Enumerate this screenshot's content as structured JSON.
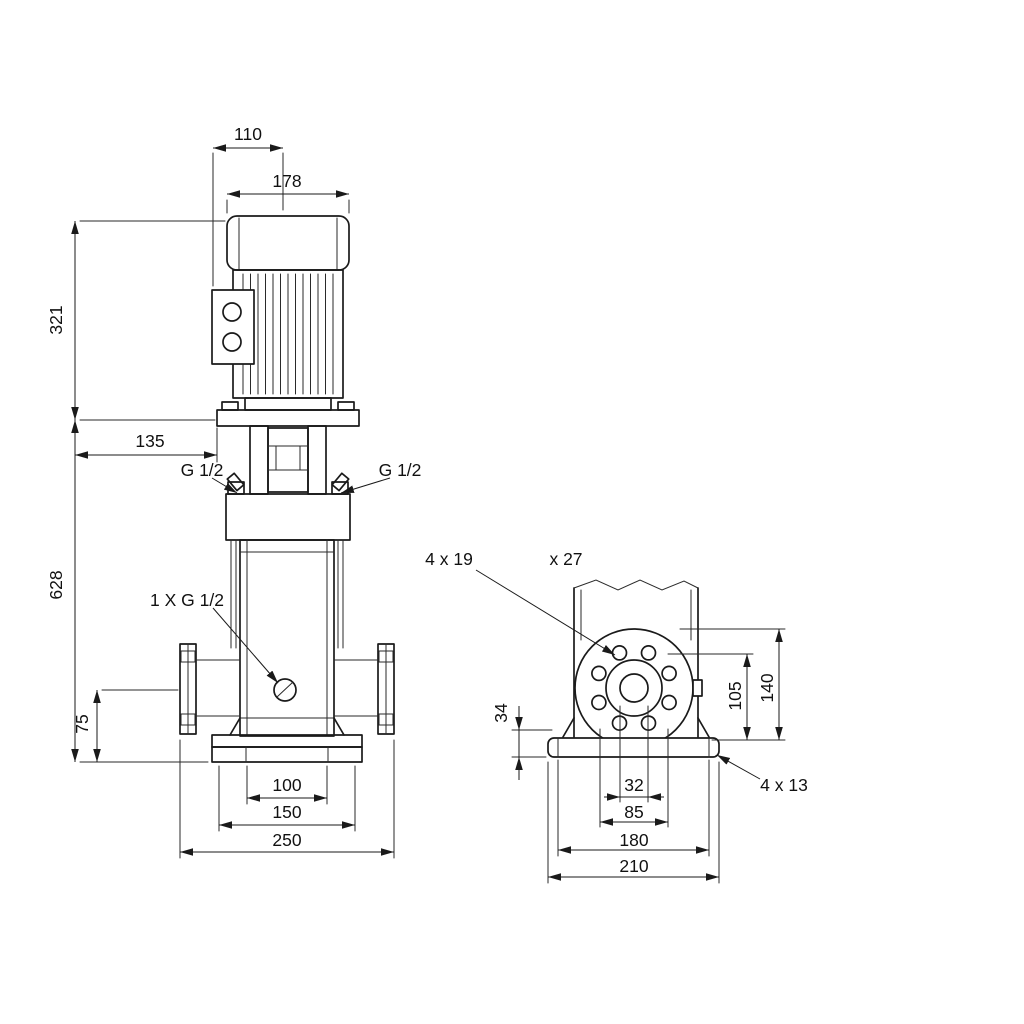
{
  "view_front": {
    "dim_110": "110",
    "dim_178": "178",
    "dim_321": "321",
    "dim_135": "135",
    "dim_628": "628",
    "port_left": "G 1/2",
    "port_right": "G 1/2",
    "drain_port": "1 X G 1/2",
    "dim_75": "75",
    "dim_100": "100",
    "dim_150": "150",
    "dim_250": "250"
  },
  "view_side": {
    "flange_holes": "4 x 19",
    "flange_counterbore": "x 27",
    "dim_34": "34",
    "dim_105": "105",
    "dim_140": "140",
    "dim_32": "32",
    "dim_85": "85",
    "dim_180": "180",
    "dim_210": "210",
    "base_holes": "4 x 13"
  }
}
